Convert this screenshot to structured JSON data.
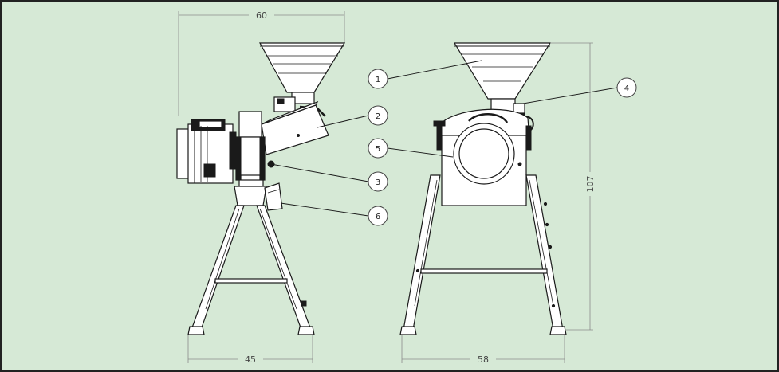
{
  "colors": {
    "background": "#d6e9d6",
    "border": "#222222",
    "line": "#1a1a1a",
    "dimension_line": "#8a8a8a"
  },
  "dimensions": {
    "side_width": "60",
    "side_base": "45",
    "front_base": "58",
    "front_height": "107"
  },
  "callouts": [
    "1",
    "2",
    "3",
    "4",
    "5",
    "6"
  ]
}
